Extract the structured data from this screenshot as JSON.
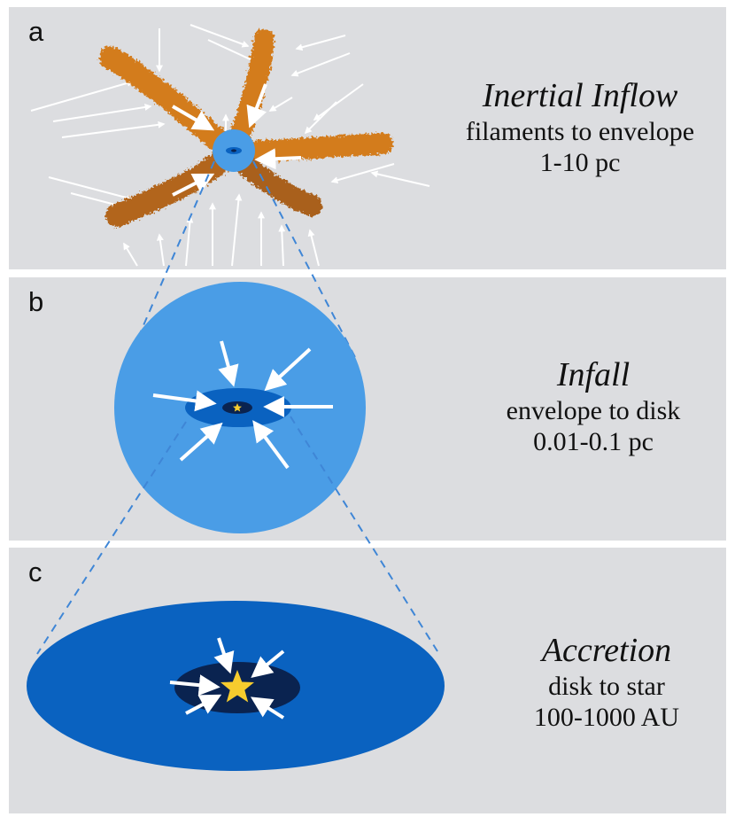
{
  "panels": [
    {
      "letter": "a",
      "title": "Inertial Inflow",
      "subtitle": "filaments to envelope",
      "range": "1-10 pc"
    },
    {
      "letter": "b",
      "title": "Infall",
      "subtitle": "envelope to disk",
      "range": "0.01-0.1 pc"
    },
    {
      "letter": "c",
      "title": "Accretion",
      "subtitle": "disk to star",
      "range": "100-1000 AU"
    }
  ],
  "colors": {
    "panel_bg": "#dcdde0",
    "filament": "#d4781a",
    "envelope": "#4a9de6",
    "disk": "#0a62c0",
    "inner_disk": "#0a2350",
    "star": "#f6cc2e",
    "arrow": "#ffffff",
    "dashed": "#3f86d6"
  },
  "icons": [
    "filament-network-icon",
    "envelope-sphere-icon",
    "disk-icon",
    "star-icon",
    "inflow-arrow-icon"
  ]
}
